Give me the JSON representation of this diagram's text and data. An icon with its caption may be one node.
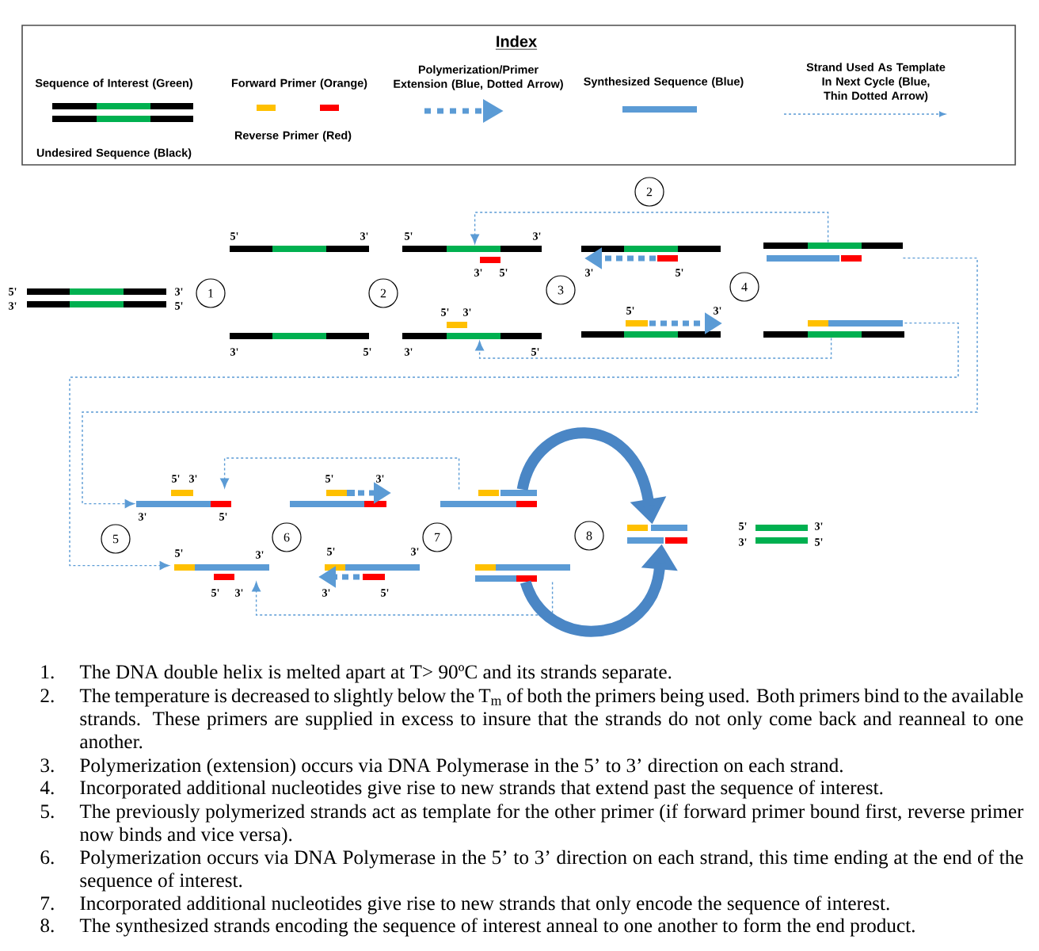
{
  "diagram": {
    "nodes": [
      {
        "text": [],
        "shape": "bar",
        "beside": [
          "5'",
          "3'",
          "3'",
          "5'"
        ]
      },
      {
        "text": [
          "1"
        ]
      },
      {
        "text": [],
        "shape": "bar",
        "beside": [
          "5'",
          "3'"
        ]
      },
      {
        "text": [],
        "shape": "bar",
        "beside": [
          "3'",
          "5'"
        ]
      },
      {
        "text": [
          "2"
        ]
      },
      {
        "text": [],
        "shape": "bar",
        "beside": [
          "5'",
          "3'",
          "3'",
          "5'"
        ]
      },
      {
        "text": [],
        "shape": "bar",
        "beside": [
          "5'",
          "3'",
          "3'",
          "5'"
        ]
      },
      {
        "text": [
          "2"
        ]
      },
      {
        "text": [
          "3"
        ]
      },
      {
        "text": [],
        "shape": "bar",
        "beside": [
          "3'",
          "5'"
        ]
      },
      {
        "text": [],
        "shape": "bar",
        "beside": [
          "5'",
          "3'"
        ]
      },
      {
        "text": [
          "4"
        ]
      },
      {
        "text": [],
        "shape": "bar"
      },
      {
        "text": [],
        "shape": "bar"
      },
      {
        "text": [],
        "shape": "bar",
        "beside": [
          "5'",
          "3'",
          "3'",
          "5'"
        ]
      },
      {
        "text": [
          "5"
        ]
      },
      {
        "text": [],
        "shape": "bar",
        "beside": [
          "5'",
          "3'",
          "5'",
          "3'"
        ]
      },
      {
        "text": [
          "6"
        ]
      },
      {
        "text": [],
        "shape": "bar",
        "beside": [
          "5'",
          "3'"
        ]
      },
      {
        "text": [],
        "shape": "bar",
        "beside": [
          "5'",
          "3'",
          "3'",
          "5'"
        ]
      },
      {
        "text": [
          "7"
        ]
      },
      {
        "text": [],
        "shape": "bar"
      },
      {
        "text": [],
        "shape": "bar"
      },
      {
        "text": [
          "8"
        ]
      },
      {
        "text": [],
        "shape": "bar"
      },
      {
        "text": [],
        "shape": "bar",
        "beside": [
          "5'",
          "3'",
          "3'",
          "5'"
        ]
      }
    ],
    "edges": [
      {
        "from": 12,
        "to": 5,
        "arrow": "to",
        "style": "dashed"
      },
      {
        "from": 13,
        "to": 6,
        "arrow": "to",
        "style": "dashed"
      },
      {
        "from": 12,
        "to": 14,
        "arrow": "to",
        "style": "dashed"
      },
      {
        "from": 13,
        "to": 16,
        "arrow": "to",
        "style": "dashed"
      },
      {
        "from": 21,
        "to": 14,
        "arrow": "to",
        "style": "dashed"
      },
      {
        "from": 22,
        "to": 16,
        "arrow": "to",
        "style": "dashed"
      },
      {
        "from": 21,
        "to": 24,
        "arrow": "to",
        "style": "thick"
      },
      {
        "from": 22,
        "to": 24,
        "arrow": "to",
        "style": "thick"
      }
    ],
    "labels": [
      "Index",
      "1.",
      "The DNA double helix is melted apart at T> 90ºC and its strands separate.",
      "2.",
      "The temperature is decreased to slightly below the T$_{m}$ of both the primers being used. Both primers bind to the available strands. These primers are supplied in excess to insure that the strands do not only come back and reanneal to one another.",
      "3.",
      "Polymerization (extension) occurs via DNA Polymerase in the 5’ to 3’ direction on each strand.",
      "4.",
      "Incorporated additional nucleotides give rise to new strands that extend past the sequence of interest.",
      "5.",
      "The previously polymerized strands act as template for the other primer (if forward primer bound first, reverse primer now binds and vice versa).",
      "6.",
      "Polymerization occurs via DNA Polymerase in the 5’ to 3’ direction on each strand, this time ending at the end of the sequence of interest.",
      "7.",
      "Incorporated additional nucleotides give rise to new strands that only encode the sequence of interest.",
      "8.",
      "The synthesized strands encoding the sequence of interest anneal to one another to form the end product."
    ],
    "legend": [
      {
        "text": "Sequence of Interest (Green)"
      },
      {
        "text": "Undesired Sequence (Black)"
      },
      {
        "text": "Forward Primer (Orange)",
        "color": "#ffc000"
      },
      {
        "text": "Reverse Primer (Red)",
        "color": "#ff0000"
      },
      {
        "text": "Polymerization/Primer Extension (Blue, Dotted Arrow)"
      },
      {
        "text": "Synthesized Sequence (Blue)",
        "color": "#5b9bd5"
      },
      {
        "text": "Strand Used As Template In Next Cycle (Blue, Thin Dotted Arrow)"
      }
    ]
  }
}
